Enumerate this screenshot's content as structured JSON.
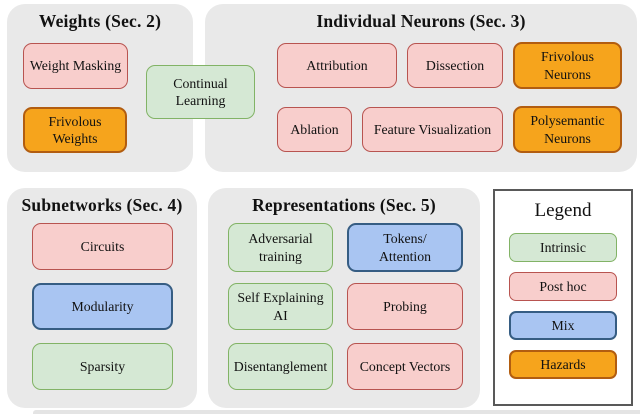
{
  "colors": {
    "panel_bg": "#e9e9e9",
    "intrinsic_fill": "#d5e8d4",
    "intrinsic_stroke": "#82b366",
    "posthoc_fill": "#f8cecc",
    "posthoc_stroke": "#b85450",
    "mix_fill": "#a9c5f2",
    "mix_stroke": "#365d83",
    "hazard_fill": "#f6a41c",
    "hazard_stroke": "#b25d10",
    "legend_border": "#595959"
  },
  "weights": {
    "title": "Weights (Sec. 2)",
    "items": [
      {
        "label": "Weight Masking",
        "type": "post_hoc"
      },
      {
        "label": "Frivolous\nWeights",
        "type": "hazards"
      }
    ]
  },
  "bridge": {
    "label": "Continual\nLearning",
    "type": "intrinsic"
  },
  "neurons": {
    "title": "Individual Neurons (Sec. 3)",
    "items": [
      {
        "label": "Attribution",
        "type": "post_hoc"
      },
      {
        "label": "Dissection",
        "type": "post_hoc"
      },
      {
        "label": "Frivolous\nNeurons",
        "type": "hazards"
      },
      {
        "label": "Ablation",
        "type": "post_hoc"
      },
      {
        "label": "Feature Visualization",
        "type": "post_hoc"
      },
      {
        "label": "Polysemantic\nNeurons",
        "type": "hazards"
      }
    ]
  },
  "subnetworks": {
    "title": "Subnetworks (Sec. 4)",
    "items": [
      {
        "label": "Circuits",
        "type": "post_hoc"
      },
      {
        "label": "Modularity",
        "type": "mix"
      },
      {
        "label": "Sparsity",
        "type": "intrinsic"
      }
    ]
  },
  "representations": {
    "title": "Representations (Sec. 5)",
    "items": [
      {
        "label": "Adversarial\ntraining",
        "type": "intrinsic"
      },
      {
        "label": "Tokens/\nAttention",
        "type": "mix"
      },
      {
        "label": "Self Explaining\nAI",
        "type": "intrinsic"
      },
      {
        "label": "Probing",
        "type": "post_hoc"
      },
      {
        "label": "Disentanglement",
        "type": "intrinsic"
      },
      {
        "label": "Concept Vectors",
        "type": "post_hoc"
      }
    ]
  },
  "legend": {
    "title": "Legend",
    "items": [
      {
        "label": "Intrinsic",
        "type": "intrinsic"
      },
      {
        "label": "Post hoc",
        "type": "post_hoc"
      },
      {
        "label": "Mix",
        "type": "mix"
      },
      {
        "label": "Hazards",
        "type": "hazards"
      }
    ]
  }
}
